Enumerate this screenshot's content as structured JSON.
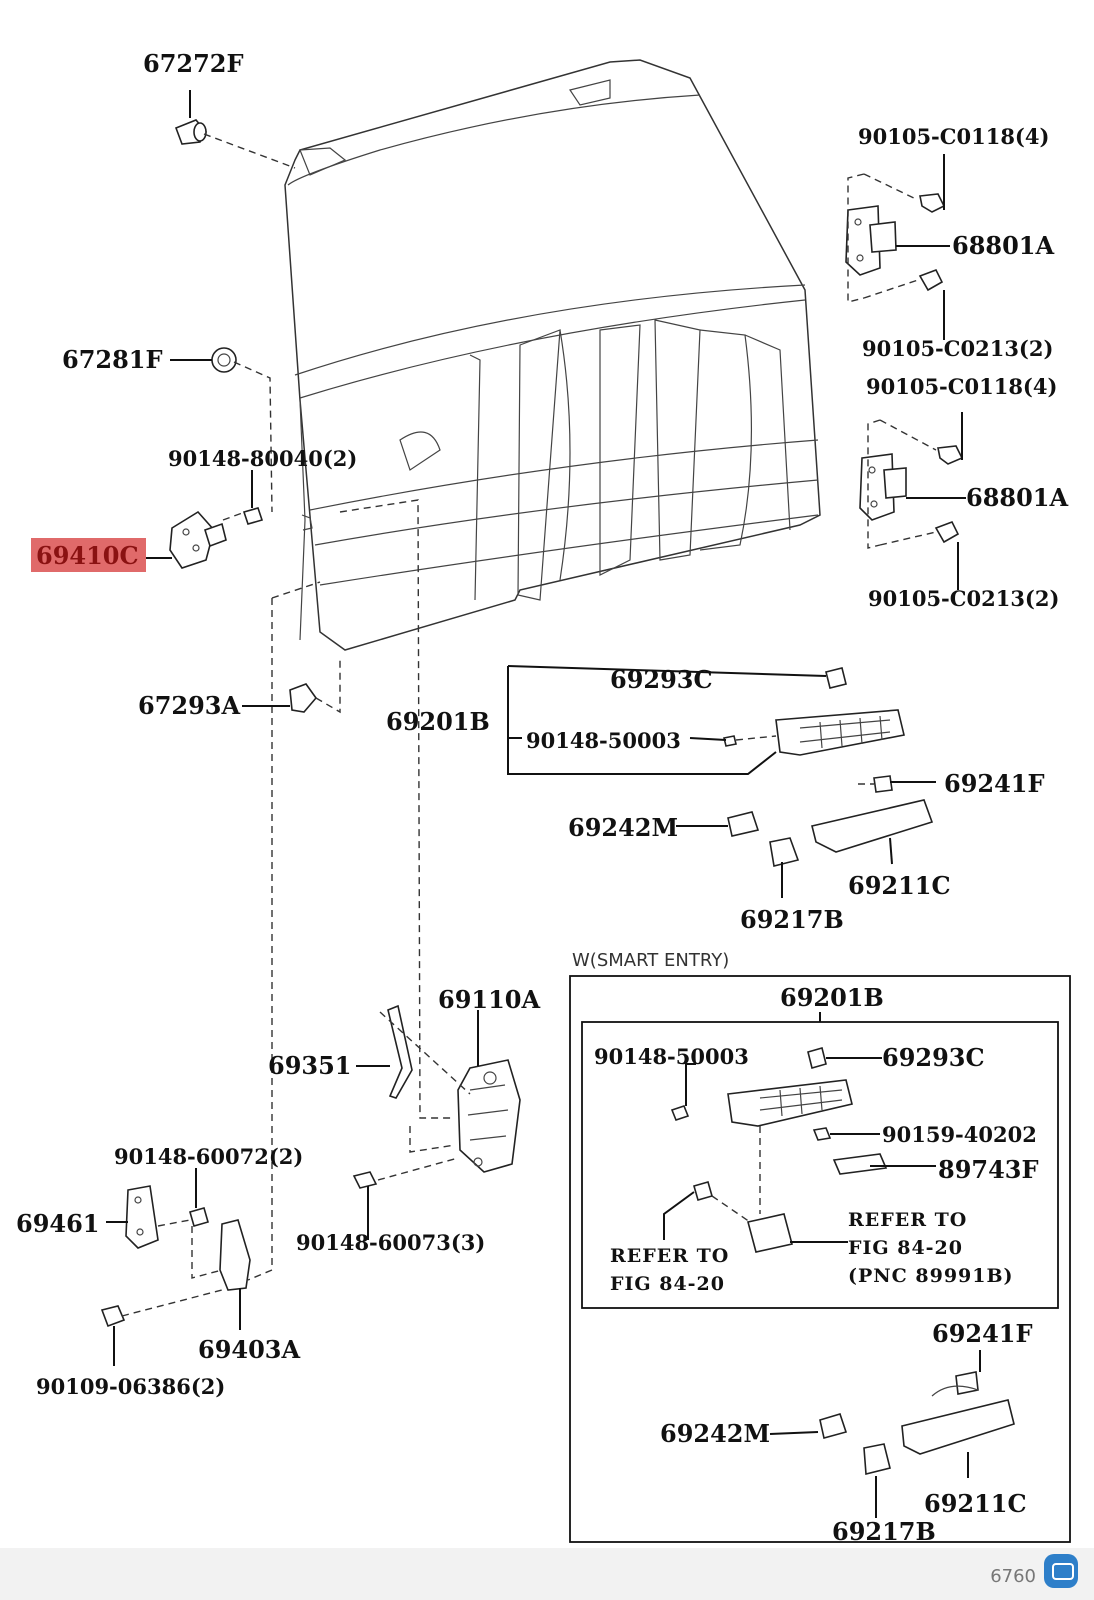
{
  "labels": {
    "p67272F": "67272F",
    "p90105C0118a": "90105-C0118(4)",
    "p68801Aa": "68801A",
    "p90105C0213a": "90105-C0213(2)",
    "p90105C0118b": "90105-C0118(4)",
    "p68801Ab": "68801A",
    "p90105C0213b": "90105-C0213(2)",
    "p67281F": "67281F",
    "p9014880040": "90148-80040(2)",
    "p69410C": "69410C",
    "p67293A": "67293A",
    "p69201B": "69201B",
    "p69293C": "69293C",
    "p9014850003": "90148-50003",
    "p69241F": "69241F",
    "p69242M": "69242M",
    "p69211C": "69211C",
    "p69217B": "69217B",
    "p69110A": "69110A",
    "p69351": "69351",
    "p9014860072": "90148-60072(2)",
    "p69461": "69461",
    "p9014860073": "90148-60073(3)",
    "p69403A": "69403A",
    "p9010906386": "90109-06386(2)"
  },
  "smart_entry": {
    "caption": "W(SMART ENTRY)",
    "p69201B": "69201B",
    "p9014850003": "90148-50003",
    "p69293C": "69293C",
    "p9015940202": "90159-40202",
    "p89743F": "89743F",
    "refer_left_1": "REFER TO",
    "refer_left_2": "FIG 84-20",
    "refer_right_1": "REFER TO",
    "refer_right_2": "FIG 84-20",
    "refer_right_3": "(PNC 89991B)",
    "p69241F": "69241F",
    "p69242M": "69242M",
    "p69211C": "69211C",
    "p69217B": "69217B"
  },
  "footer": {
    "code": "6760"
  },
  "colors": {
    "highlight": "#e06a6a",
    "ink": "#111111",
    "chat_icon": "#2e7fc9"
  },
  "icons": {
    "chat": "chat-bubble-icon"
  }
}
